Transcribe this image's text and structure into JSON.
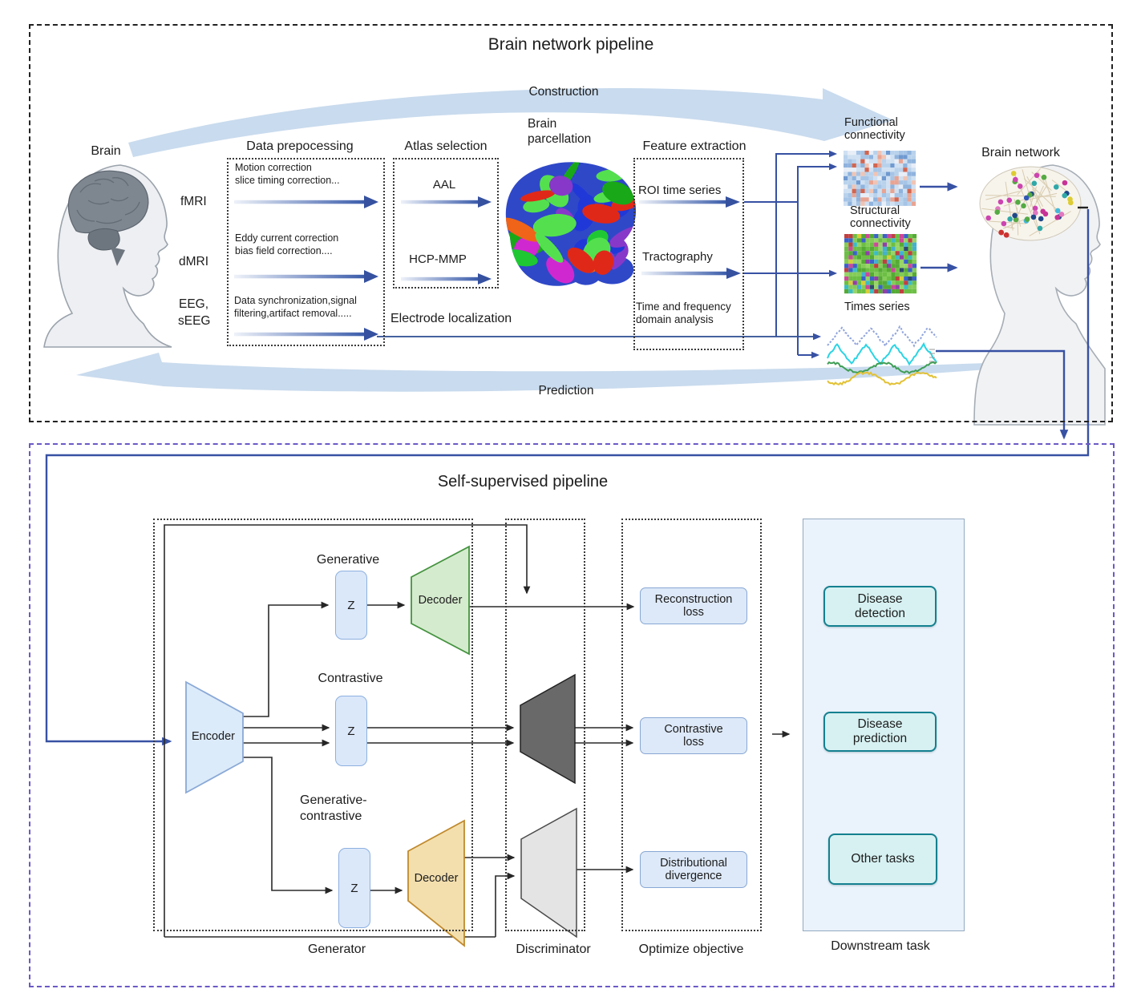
{
  "colors": {
    "accent_blue": "#3751a3",
    "swoosh_blue": "#c9dbee",
    "purple_border": "#6b59c6",
    "teal_border": "#14808f",
    "green_decoder": "#d5ebce",
    "orange_decoder": "#f3dfae"
  },
  "top": {
    "title": "Brain network pipeline",
    "construction_label": "Construction",
    "prediction_label": "Prediction",
    "brain_label": "Brain",
    "brain_network_label": "Brain network",
    "modalities": [
      "fMRI",
      "dMRI",
      "EEG,",
      "sEEG"
    ],
    "preprocessing": {
      "title": "Data prepocessing",
      "fmri_lines": [
        "Motion correction",
        "slice timing correction..."
      ],
      "dmri_lines": [
        "Eddy current correction",
        "bias field correction...."
      ],
      "eeg_lines": [
        "Data synchronization,signal",
        "filtering,artifact removal....."
      ]
    },
    "atlas": {
      "title": "Atlas selection",
      "items": [
        "AAL",
        "HCP-MMP"
      ]
    },
    "parcellation_lines": [
      "Brain",
      "parcellation"
    ],
    "features": {
      "title": "Feature extraction",
      "roi": "ROI time series",
      "tractography": "Tractography",
      "timefreq_lines": [
        "Time and frequency",
        "domain analysis"
      ]
    },
    "electrode_label": "Electrode localization",
    "outputs": {
      "functional_lines": [
        "Functional",
        "connectivity"
      ],
      "structural_lines": [
        "Structural",
        "connectivity"
      ],
      "timeseries_label": "Times series"
    }
  },
  "bottom": {
    "title": "Self-supervised pipeline",
    "branch_labels": {
      "generative": "Generative",
      "contrastive": "Contrastive",
      "gc_lines": [
        "Generative-",
        "contrastive"
      ]
    },
    "encoder_label": "Encoder",
    "decoder_label": "Decoder",
    "latent_label": "Z",
    "loss_boxes": {
      "reconstruction": [
        "Reconstruction",
        "loss"
      ],
      "contrastive": [
        "Contrastive",
        "loss"
      ],
      "distributional": [
        "Distributional",
        "divergence"
      ]
    },
    "section_labels": {
      "generator": "Generator",
      "discriminator": "Discriminator",
      "optimize": "Optimize objective",
      "downstream": "Downstream task"
    },
    "task_boxes": [
      [
        "Disease",
        "detection"
      ],
      [
        "Disease",
        "prediction"
      ],
      [
        "Other tasks"
      ]
    ]
  }
}
